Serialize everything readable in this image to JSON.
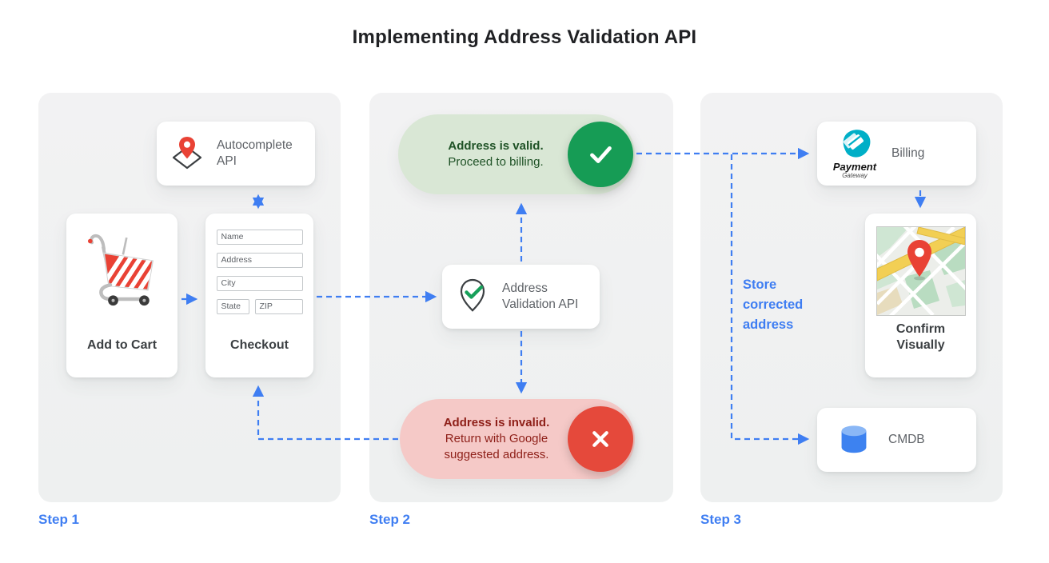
{
  "title": "Implementing Address Validation API",
  "colors": {
    "accent_blue": "#3f7ef2",
    "success_green": "#169c55",
    "success_bg": "#d9e7d5",
    "success_text": "#1f5226",
    "error_red": "#e5493b",
    "error_bg": "#f5c9c7",
    "error_text": "#8e1f18"
  },
  "steps": [
    {
      "label": "Step 1"
    },
    {
      "label": "Step 2"
    },
    {
      "label": "Step 3"
    }
  ],
  "step1": {
    "autocomplete_card": {
      "label": "Autocomplete API",
      "icon": "map-pin-diamond-icon"
    },
    "add_to_cart_card": {
      "label": "Add to Cart",
      "icon": "shopping-cart-icon"
    },
    "checkout_card": {
      "label": "Checkout",
      "fields": [
        "Name",
        "Address",
        "City",
        "State",
        "ZIP"
      ]
    }
  },
  "step2": {
    "valid_pill": {
      "title": "Address is valid.",
      "body": "Proceed to billing.",
      "icon": "check-icon"
    },
    "validation_card": {
      "label": "Address Validation API",
      "icon": "map-pin-check-icon"
    },
    "invalid_pill": {
      "title": "Address is invalid.",
      "body": "Return with Google suggested address.",
      "icon": "x-icon"
    }
  },
  "step3": {
    "billing_card": {
      "label": "Billing",
      "icon": "payment-gateway-logo",
      "logo_title": "Payment",
      "logo_subtitle": "Gateway"
    },
    "confirm_card": {
      "label": "Confirm Visually",
      "icon": "map-thumbnail"
    },
    "cmdb_card": {
      "label": "CMDB",
      "icon": "database-icon"
    },
    "store_note": "Store corrected address"
  }
}
